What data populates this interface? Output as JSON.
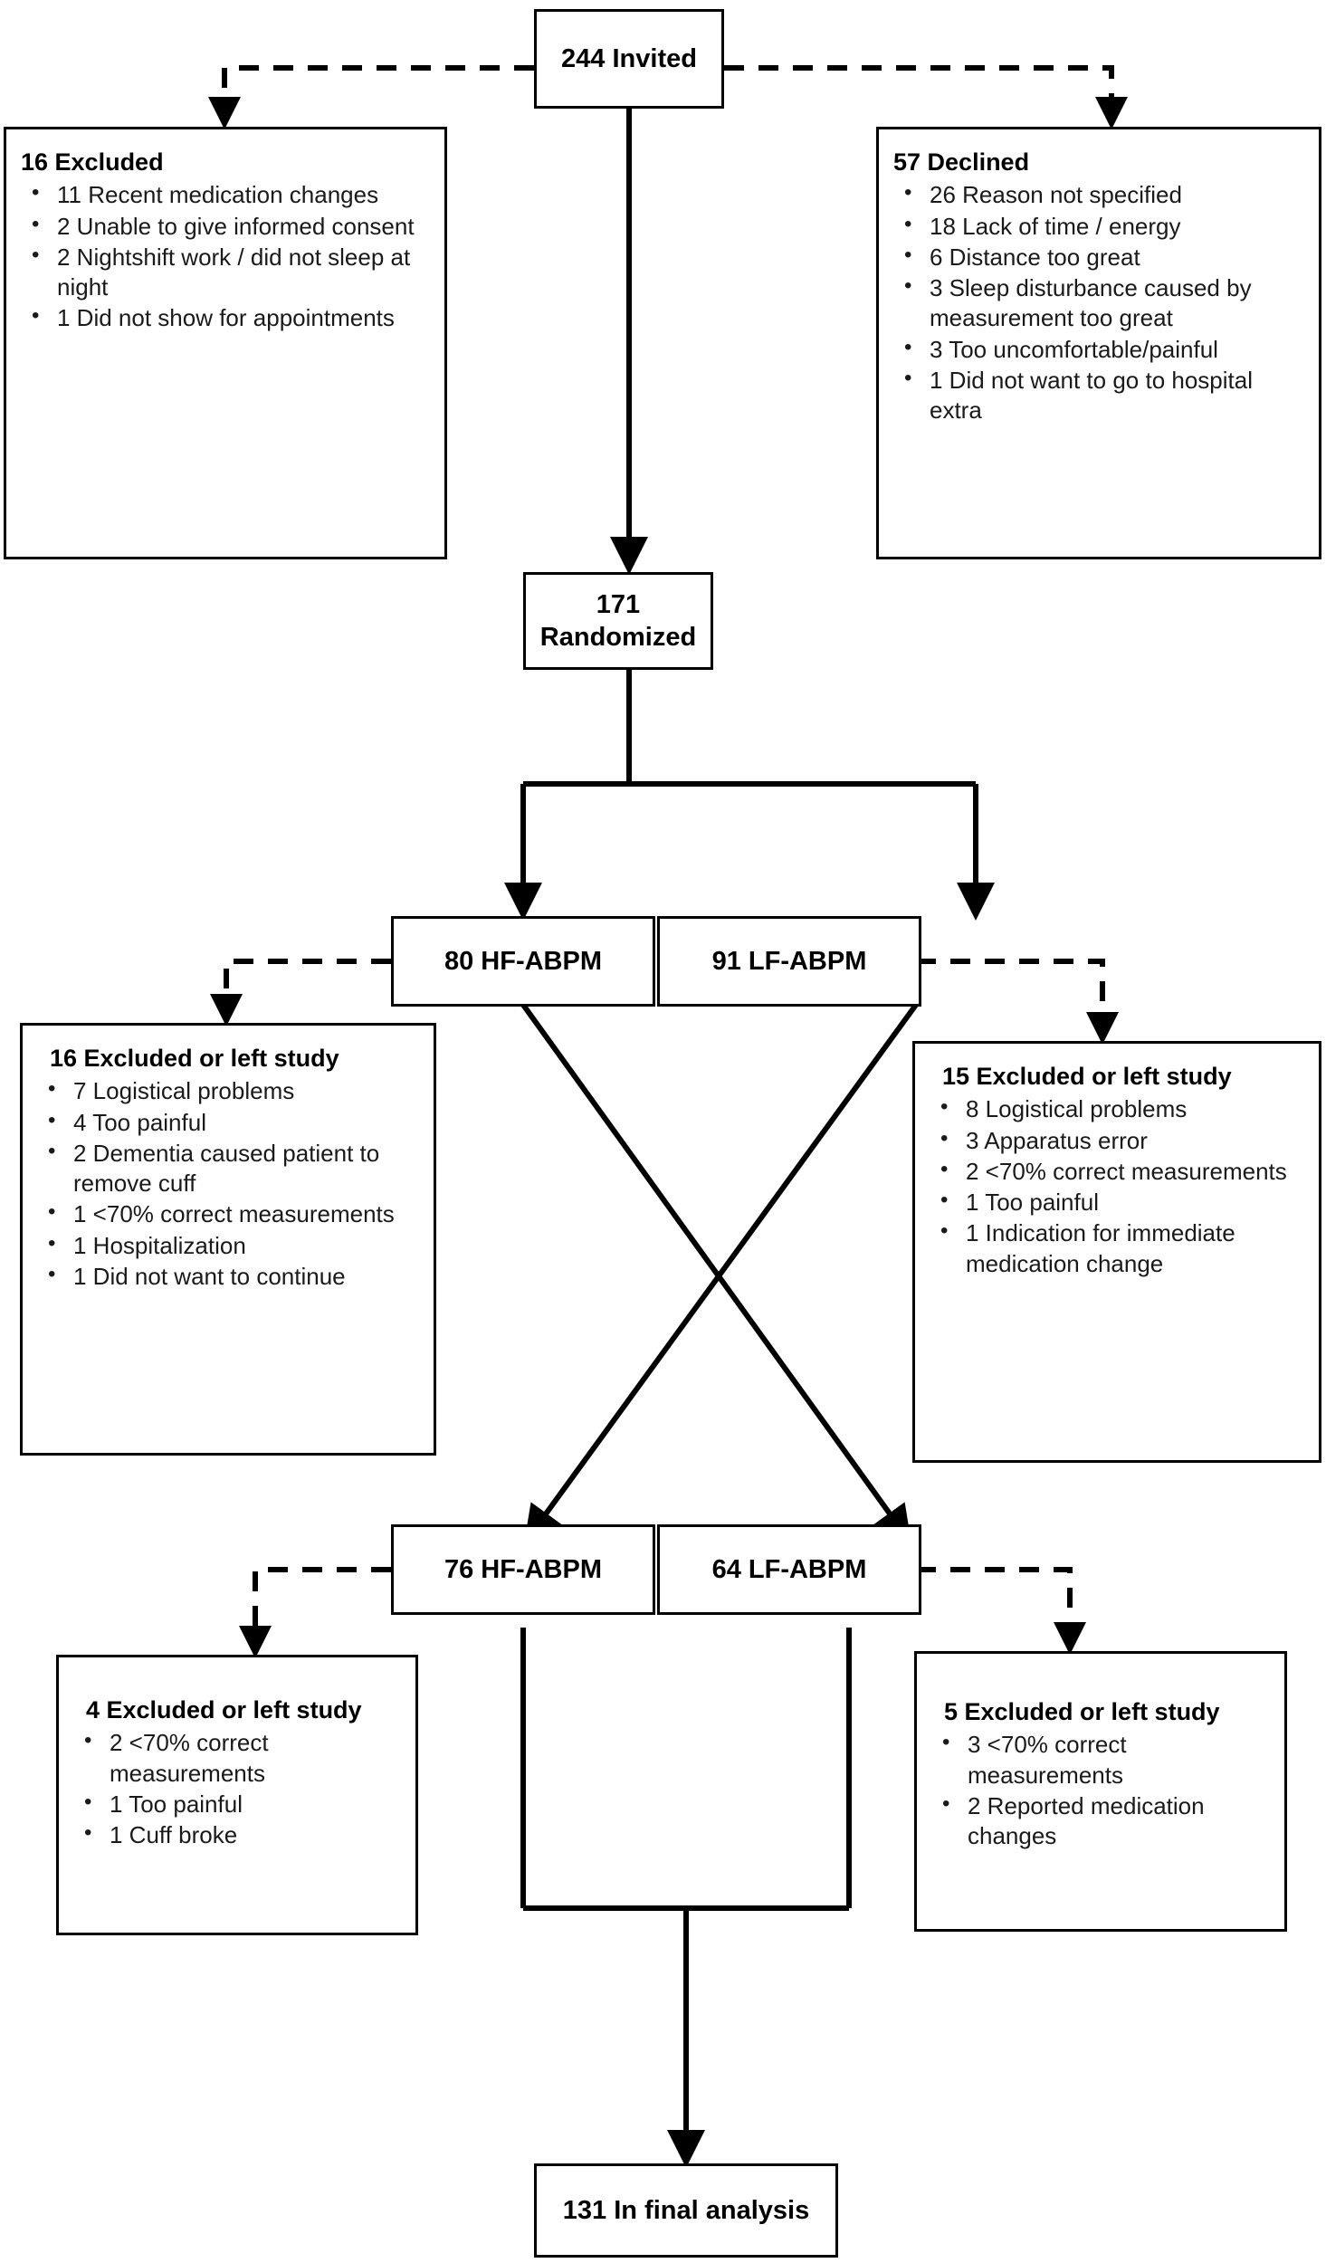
{
  "figure": {
    "type": "consort-flow-diagram",
    "title": "CONSORT participant flow diagram"
  },
  "nodes": {
    "invited": {
      "label": "244 Invited"
    },
    "excluded_screen": {
      "title": "16 Excluded",
      "items": [
        "11 Recent medication changes",
        "2 Unable to give informed consent",
        "2 Nightshift work / did not sleep at night",
        "1 Did not show for appointments"
      ]
    },
    "declined": {
      "title": "57 Declined",
      "items": [
        "26 Reason not specified",
        "18 Lack of time / energy",
        "6 Distance too great",
        "3 Sleep disturbance caused by measurement too great",
        "3 Too uncomfortable/painful",
        "1 Did not want to go to hospital extra"
      ]
    },
    "randomized": {
      "label": "171 Randomized"
    },
    "hf_allocated": {
      "label": "80 HF-ABPM"
    },
    "lf_allocated": {
      "label": "91 LF-ABPM"
    },
    "hf_dropout": {
      "title": "16 Excluded or left study",
      "items": [
        "7  Logistical problems",
        "4 Too painful",
        "2 Dementia caused patient to remove cuff",
        "1  <70% correct measurements",
        "1 Hospitalization",
        "1 Did not want to continue"
      ]
    },
    "lf_dropout": {
      "title": "15 Excluded or left study",
      "items": [
        "8 Logistical problems",
        "3 Apparatus error",
        "2 <70% correct measurements",
        "1 Too painful",
        "1 Indication for immediate medication change"
      ]
    },
    "hf_period2": {
      "label": "76 HF-ABPM"
    },
    "lf_period2": {
      "label": "64 LF-ABPM"
    },
    "hf_dropout2": {
      "title": "4 Excluded or left study",
      "items": [
        "2 <70% correct measurements",
        "1 Too painful",
        "1 Cuff broke"
      ]
    },
    "lf_dropout2": {
      "title": "5 Excluded or left study",
      "items": [
        "3  <70% correct measurements",
        "2 Reported medication changes"
      ]
    },
    "final": {
      "label": "131 In final analysis"
    }
  },
  "colors": {
    "stroke": "#000000",
    "fill": "#ffffff",
    "text": "#000000"
  }
}
